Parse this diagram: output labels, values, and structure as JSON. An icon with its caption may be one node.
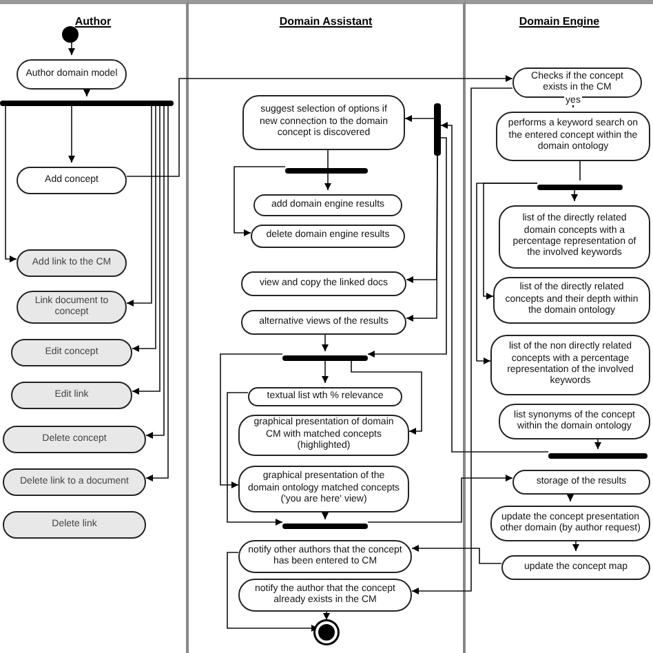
{
  "diagram": {
    "nodes": [
      {
        "text": [
          "Author"
        ]
      },
      {
        "text": [
          "Domain Assistant"
        ]
      },
      {
        "text": [
          "Domain Engine"
        ]
      },
      {
        "text": [],
        "shape": "circle",
        "in": 0
      },
      {
        "text": [
          "Author domain model"
        ],
        "in": 0
      },
      {
        "text": [],
        "shape": "bar",
        "in": 0
      },
      {
        "text": [
          "Add concept"
        ],
        "in": 0
      },
      {
        "text": [
          "Add link to the CM"
        ],
        "in": 0
      },
      {
        "text": [
          "Link document to concept"
        ],
        "in": 0
      },
      {
        "text": [
          "Edit concept"
        ],
        "in": 0
      },
      {
        "text": [
          "Edit link"
        ],
        "in": 0
      },
      {
        "text": [
          "Delete concept"
        ],
        "in": 0
      },
      {
        "text": [
          "Delete  link to a document"
        ],
        "in": 0
      },
      {
        "text": [
          "Delete link"
        ],
        "in": 0
      },
      {
        "text": [
          "suggest selection of options if new connection to the domain concept is discovered"
        ],
        "in": 1
      },
      {
        "text": [],
        "shape": "bar",
        "in": 1
      },
      {
        "text": [],
        "shape": "bar",
        "in": 1
      },
      {
        "text": [
          "add domain engine results"
        ],
        "in": 1
      },
      {
        "text": [
          "delete domain engine results"
        ],
        "in": 1
      },
      {
        "text": [
          "view and copy the linked docs"
        ],
        "in": 1
      },
      {
        "text": [
          "alternative views of the results"
        ],
        "in": 1
      },
      {
        "text": [],
        "shape": "bar",
        "in": 1
      },
      {
        "text": [
          "textual list wth % relevance"
        ],
        "in": 1
      },
      {
        "text": [
          "graphical presentation of domain CM with matched concepts (highlighted)"
        ],
        "in": 1
      },
      {
        "text": [
          "graphical presentation of the domain ontology matched concepts ('you are here' view)"
        ],
        "in": 1
      },
      {
        "text": [],
        "shape": "bar",
        "in": 1
      },
      {
        "text": [
          "notify other authors that the concept has been entered to CM"
        ],
        "in": 1
      },
      {
        "text": [
          "notify the author that the concept already exists in the CM"
        ],
        "in": 1
      },
      {
        "text": [],
        "shape": "circle",
        "in": 1
      },
      {
        "text": [
          "Checks if the concept exists in the CM"
        ],
        "in": 2
      },
      {
        "text": [
          "performs a keyword search on the entered concept within the domain ontology"
        ],
        "in": 2
      },
      {
        "text": [],
        "shape": "bar",
        "in": 2
      },
      {
        "text": [
          "list of the directly related domain concepts with a percentage representation of the involved keywords"
        ],
        "in": 2
      },
      {
        "text": [
          "list of the directly related concepts and their depth within the domain ontology"
        ],
        "in": 2
      },
      {
        "text": [
          "list of the non directly related concepts with a percentage representation of the involved keywords"
        ],
        "in": 2
      },
      {
        "text": [
          "list synonyms of the concept within the domain ontology"
        ],
        "in": 2
      },
      {
        "text": [],
        "shape": "bar",
        "in": 2
      },
      {
        "text": [
          "storage of the results"
        ],
        "in": 2
      },
      {
        "text": [
          "update the concept presentation other domain (by author request)"
        ],
        "in": 2
      },
      {
        "text": [
          "update the concept map"
        ],
        "in": 2
      }
    ],
    "edges": [
      {
        "from": 3,
        "to": 4,
        "arrow": "to"
      },
      {
        "from": 4,
        "to": 5,
        "arrow": "to"
      },
      {
        "from": 5,
        "to": 6,
        "arrow": "to"
      },
      {
        "from": 6,
        "to": 29,
        "arrow": "to"
      },
      {
        "from": 29,
        "to": 30,
        "arrow": "to",
        "label": "yes"
      },
      {
        "from": 30,
        "to": 31,
        "arrow": "none"
      },
      {
        "from": 31,
        "to": 32,
        "arrow": "to"
      },
      {
        "from": 31,
        "to": 33,
        "arrow": "to"
      },
      {
        "from": 31,
        "to": 34,
        "arrow": "to"
      },
      {
        "from": 35,
        "to": 36,
        "arrow": "to"
      },
      {
        "from": 36,
        "to": 15,
        "arrow": "to"
      },
      {
        "from": 15,
        "to": 14,
        "arrow": "to"
      },
      {
        "from": 15,
        "to": 19,
        "arrow": "to"
      },
      {
        "from": 15,
        "to": 20,
        "arrow": "to"
      },
      {
        "from": 15,
        "to": 21,
        "arrow": "to"
      },
      {
        "from": 14,
        "to": 17,
        "arrow": "to"
      },
      {
        "from": 16,
        "to": 18,
        "arrow": "to"
      },
      {
        "from": 20,
        "to": 21,
        "arrow": "to"
      },
      {
        "from": 21,
        "to": 22,
        "arrow": "to"
      },
      {
        "from": 21,
        "to": 23,
        "arrow": "to"
      },
      {
        "from": 21,
        "to": 24,
        "arrow": "to"
      },
      {
        "from": 22,
        "to": 25,
        "arrow": "to"
      },
      {
        "from": 24,
        "to": 25,
        "arrow": "to"
      },
      {
        "from": 25,
        "to": 37,
        "arrow": "to"
      },
      {
        "from": 37,
        "to": 38,
        "arrow": "to"
      },
      {
        "from": 38,
        "to": 39,
        "arrow": "to"
      },
      {
        "from": 39,
        "to": 26,
        "arrow": "to"
      },
      {
        "from": 29,
        "to": 27,
        "arrow": "to"
      },
      {
        "from": 26,
        "to": 28,
        "arrow": "to"
      },
      {
        "from": 27,
        "to": 28,
        "arrow": "to"
      },
      {
        "from": 5,
        "to": 7,
        "arrow": "to"
      },
      {
        "from": 5,
        "to": 8,
        "arrow": "to"
      },
      {
        "from": 5,
        "to": 9,
        "arrow": "to"
      },
      {
        "from": 5,
        "to": 10,
        "arrow": "to"
      },
      {
        "from": 5,
        "to": 11,
        "arrow": "to"
      },
      {
        "from": 5,
        "to": 12,
        "arrow": "to"
      }
    ]
  }
}
